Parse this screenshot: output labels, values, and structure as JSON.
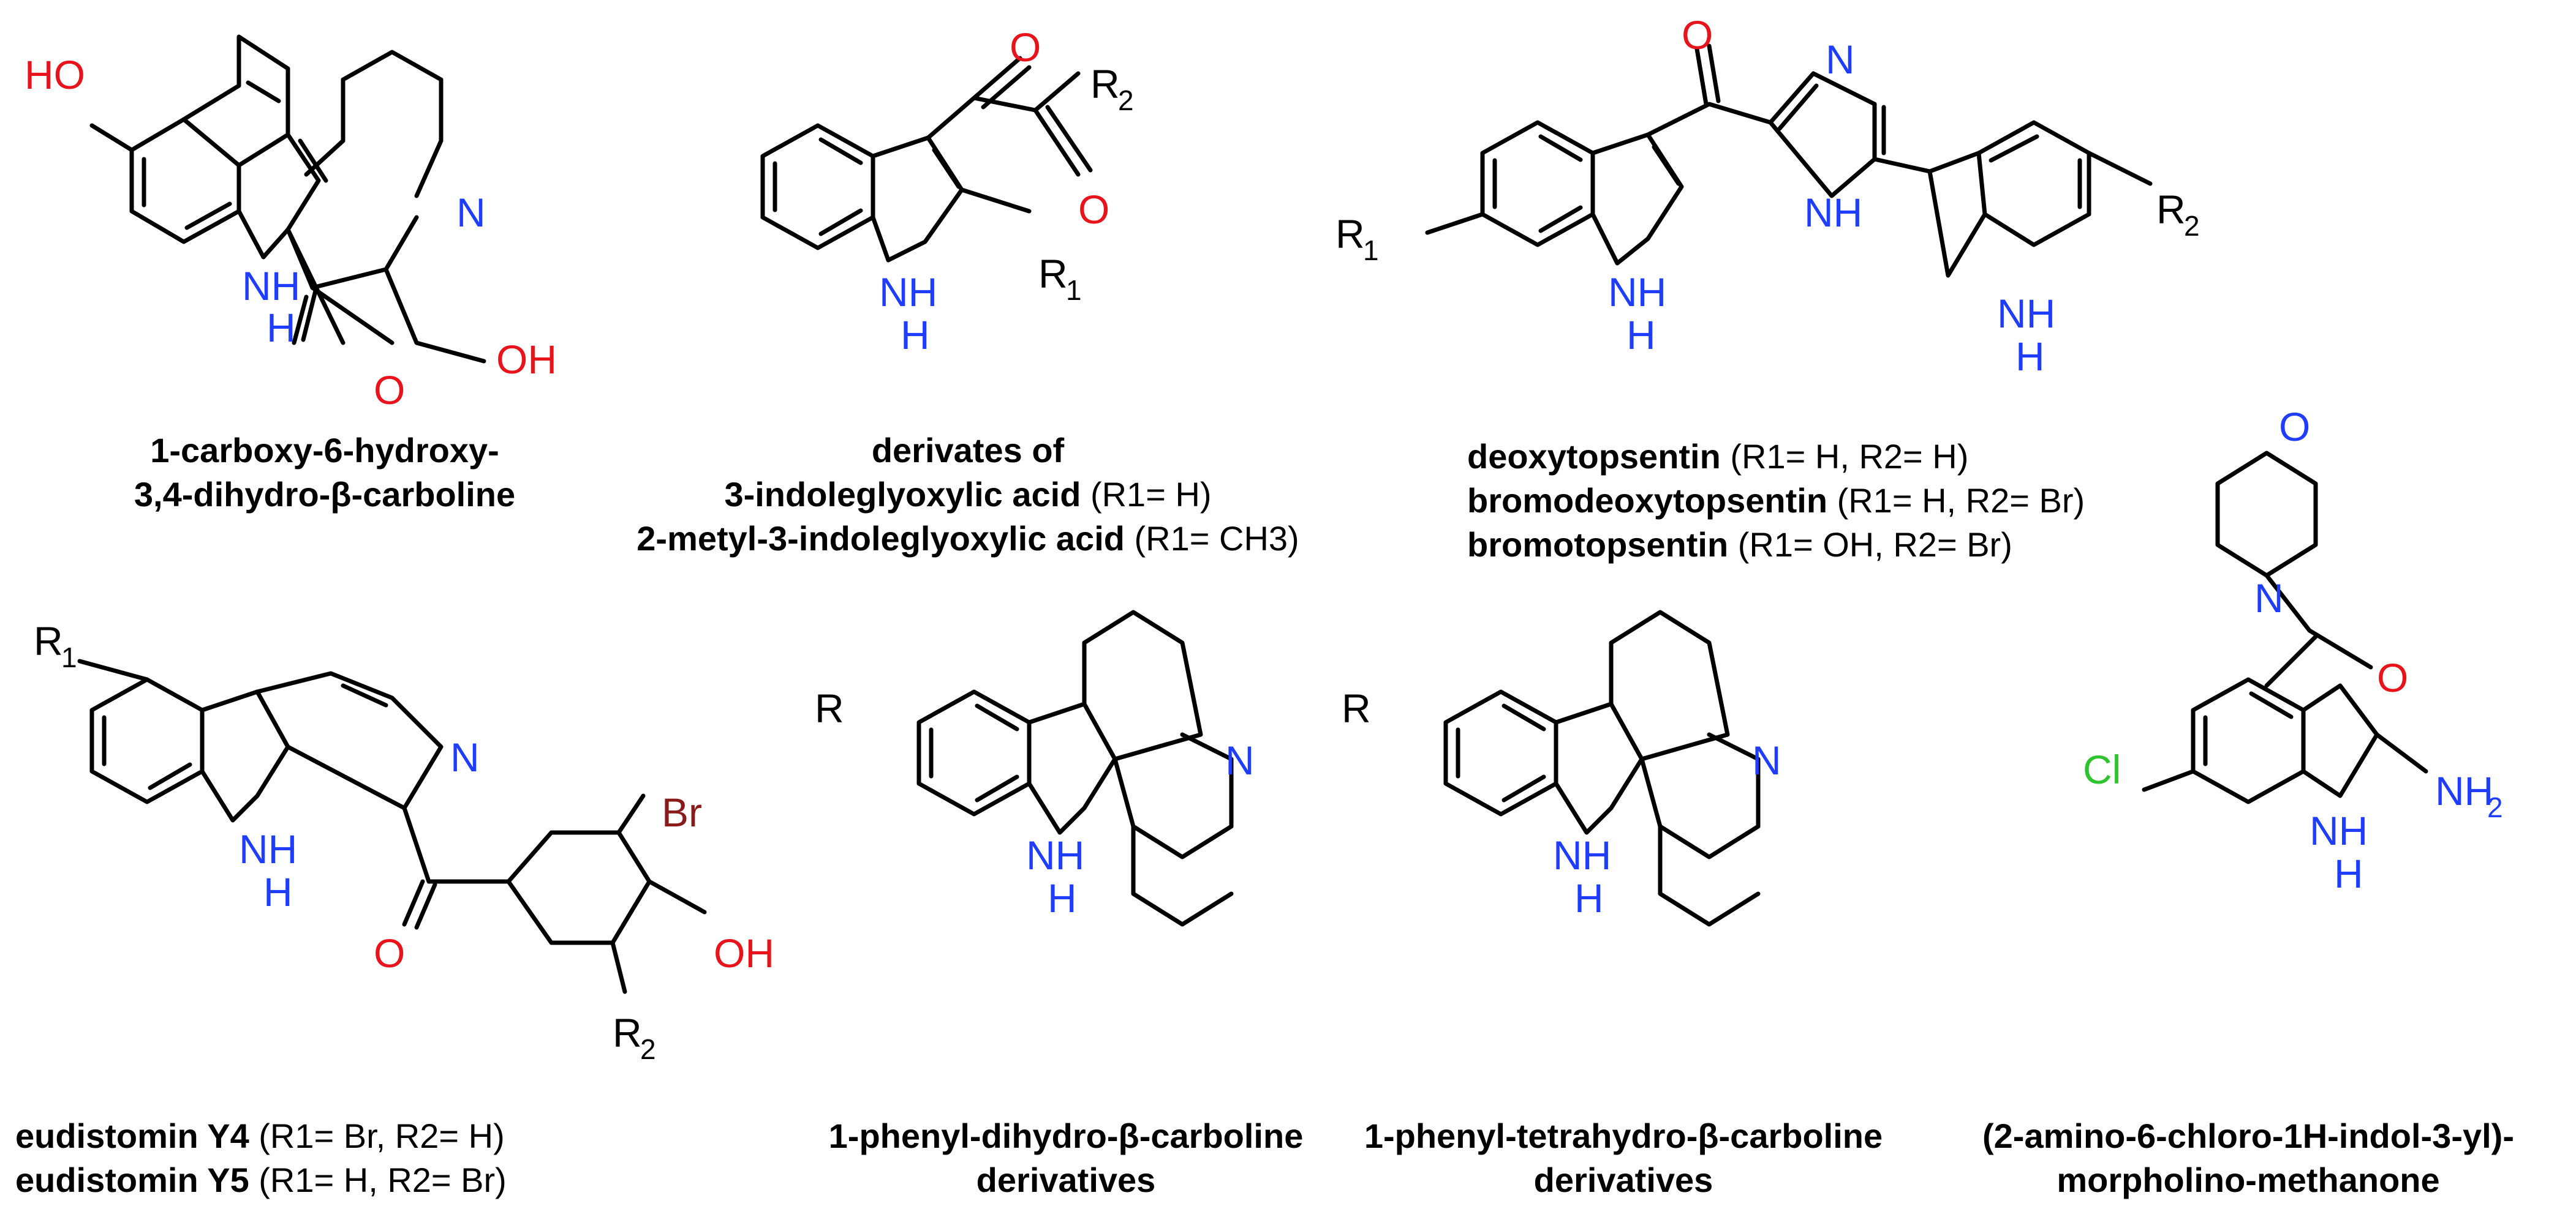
{
  "colors": {
    "oxygen": "#e8131b",
    "nitrogen": "#1f3dff",
    "bromine": "#8b1a1a",
    "chlorine": "#2ec42e",
    "carbon": "#000000"
  },
  "atoms": {
    "HO": "HO",
    "OH": "OH",
    "O": "O",
    "N": "N",
    "NH": "NH",
    "N_H": "N",
    "H": "H",
    "R": "R",
    "R1_R": "R",
    "R1_sub": "1",
    "R2_sub": "2",
    "Br": "Br",
    "Cl": "Cl",
    "NH2_N": "NH",
    "NH2_sub": "2"
  },
  "captions": {
    "c1": {
      "line1": "1-carboxy-6-hydroxy-",
      "line2": "3,4-dihydro-β-carboline"
    },
    "c2": {
      "line1": "derivates of",
      "line2_bold": "3-indoleglyoxylic acid",
      "line2_rest": " (R1= H)",
      "line3_bold": "2-metyl-3-indoleglyoxylic acid",
      "line3_rest": " (R1= CH3)"
    },
    "c3": {
      "l1_bold": "deoxytopsentin",
      "l1_rest": " (R1= H, R2= H)",
      "l2_bold": "bromodeoxytopsentin",
      "l2_rest": " (R1= H, R2= Br)",
      "l3_bold": "bromotopsentin",
      "l3_rest": " (R1= OH, R2= Br)"
    },
    "c4": {
      "l1_bold": "eudistomin Y4",
      "l1_rest": " (R1= Br, R2= H)",
      "l2_bold": "eudistomin Y5",
      "l2_rest": " (R1= H, R2= Br)"
    },
    "c5": {
      "line1": "1-phenyl-dihydro-β-carboline",
      "line2": "derivatives"
    },
    "c6": {
      "line1": "1-phenyl-tetrahydro-β-carboline",
      "line2": "derivatives"
    },
    "c7": {
      "line1": "(2-amino-6-chloro-1H-indol-3-yl)-",
      "line2": "morpholino-methanone"
    }
  }
}
